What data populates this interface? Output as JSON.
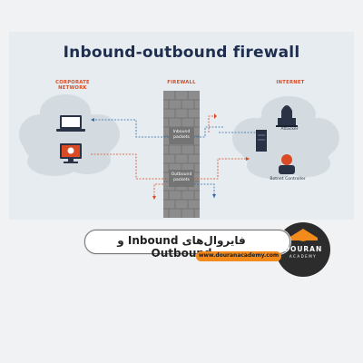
{
  "title": "Inbound-outbound firewall",
  "sections": {
    "corporate": "CORPORATE NETWORK",
    "firewall": "FIREWALL",
    "internet": "INTERNET"
  },
  "packets": {
    "inbound": "Inbound packets",
    "outbound": "Outbound packets"
  },
  "nodes": {
    "attacker": "Attacker",
    "botnet": "Botnet Controller"
  },
  "banner": {
    "text": "فایروال‌های Inbound و Outbound",
    "url": "www.douranacademy.com"
  },
  "logo": {
    "name": "DOURAN",
    "sub": "ACADEMY"
  },
  "colors": {
    "accent": "#d94a25",
    "navy": "#1f2e4f",
    "cloud": "#dfe3e7",
    "brick": "#8c8c8c",
    "orange": "#f28a1c"
  }
}
